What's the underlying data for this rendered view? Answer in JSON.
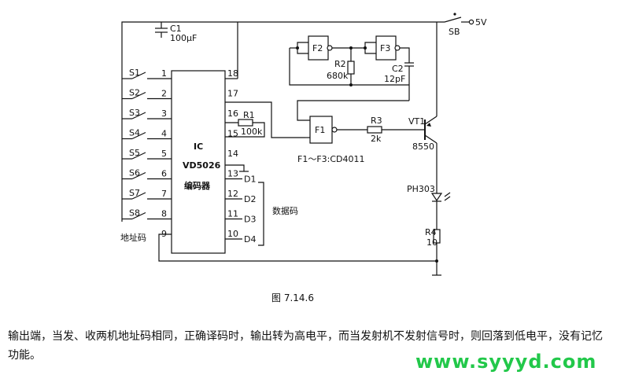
{
  "labels": {
    "c1": "C1",
    "c1_value": "100μF",
    "sb": "SB",
    "supply": "5V",
    "f1": "F1",
    "f2": "F2",
    "f3": "F3",
    "r1": "R1",
    "r1_value": "100k",
    "r2": "R2",
    "r2_value": "680k",
    "r3": "R3",
    "r3_value": "2k",
    "r4": "R4",
    "r4_value": "10",
    "c2": "C2",
    "c2_value": "12pF",
    "vt1": "VT1",
    "vt1_value": "8550",
    "ph303": "PH303",
    "ic_line1": "IC",
    "ic_line2": "VD5026",
    "ic_line3": "编码器",
    "gate_note": "F1～F3:CD4011",
    "address_code": "地址码",
    "data_code": "数据码"
  },
  "switches": [
    "S1",
    "S2",
    "S3",
    "S4",
    "S5",
    "S6",
    "S7",
    "S8"
  ],
  "left_pins": [
    "1",
    "2",
    "3",
    "4",
    "5",
    "6",
    "7",
    "8",
    "9"
  ],
  "right_pins": [
    "18",
    "17",
    "16",
    "15",
    "14",
    "13",
    "12",
    "11",
    "10"
  ],
  "data_outputs": [
    "D1",
    "D2",
    "D3",
    "D4"
  ],
  "caption": "图 7.14.6",
  "paragraph": "输出端，当发、收两机地址码相同，正确译码时，输出转为高电平，而当发射机不发射信号时，则回落到低电平，没有记忆功能。",
  "watermark": "www.syyyd.com"
}
